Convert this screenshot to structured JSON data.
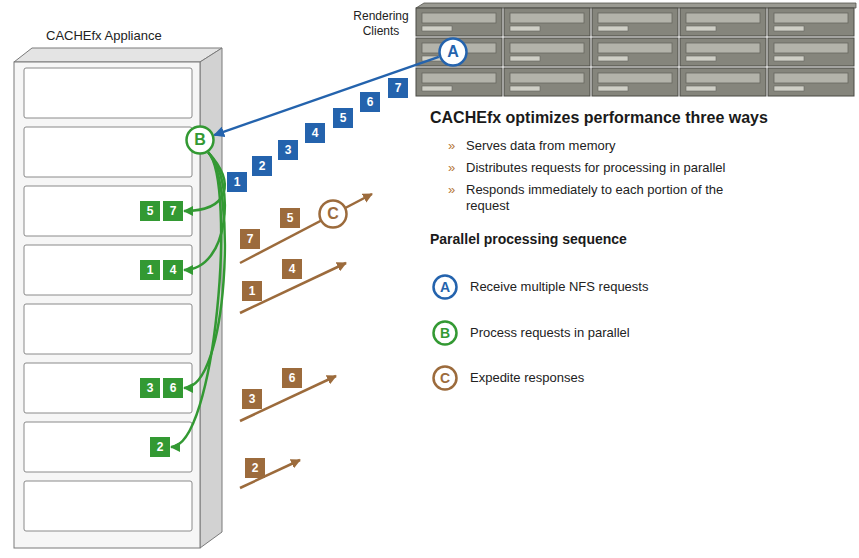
{
  "diagram": {
    "nodes": [
      {
        "text": [
          "CACHEfx Appliance"
        ]
      },
      {
        "text": [
          "Rendering Clients"
        ]
      },
      {
        "text": [
          "A"
        ],
        "in": 1
      },
      {
        "text": [
          "B"
        ],
        "in": 0
      },
      {
        "text": [
          "C"
        ]
      },
      {
        "text": [
          "1"
        ]
      },
      {
        "text": [
          "2"
        ]
      },
      {
        "text": [
          "3"
        ]
      },
      {
        "text": [
          "4"
        ]
      },
      {
        "text": [
          "5"
        ]
      },
      {
        "text": [
          "6"
        ]
      },
      {
        "text": [
          "7"
        ]
      },
      {
        "text": [
          "5"
        ],
        "in": 0
      },
      {
        "text": [
          "7"
        ],
        "in": 0
      },
      {
        "text": [
          "1"
        ],
        "in": 0
      },
      {
        "text": [
          "4"
        ],
        "in": 0
      },
      {
        "text": [
          "3"
        ],
        "in": 0
      },
      {
        "text": [
          "6"
        ],
        "in": 0
      },
      {
        "text": [
          "2"
        ],
        "in": 0
      },
      {
        "text": [
          "5"
        ]
      },
      {
        "text": [
          "7"
        ]
      },
      {
        "text": [
          "4"
        ]
      },
      {
        "text": [
          "1"
        ]
      },
      {
        "text": [
          "6"
        ]
      },
      {
        "text": [
          "3"
        ]
      },
      {
        "text": [
          "2"
        ]
      },
      {
        "text": [
          "A"
        ]
      },
      {
        "text": [
          "B"
        ]
      },
      {
        "text": [
          "C"
        ]
      }
    ],
    "edges": [
      {
        "from": 2,
        "to": 3,
        "arrow": "to"
      },
      {
        "from": 3,
        "to": 13,
        "arrow": "to"
      },
      {
        "from": 3,
        "to": 15,
        "arrow": "to"
      },
      {
        "from": 3,
        "to": 17,
        "arrow": "to"
      },
      {
        "from": 3,
        "to": 18,
        "arrow": "to"
      }
    ],
    "labels": [
      "CACHEfx optimizes performance three ways",
      "»",
      "Serves data from memory",
      "»",
      "Distributes requests for processing in parallel",
      "»",
      "Responds immediately to each portion of the request",
      "Parallel processing sequence",
      "Receive multiple NFS requests",
      "Process requests in parallel",
      "Expedite responses"
    ]
  }
}
